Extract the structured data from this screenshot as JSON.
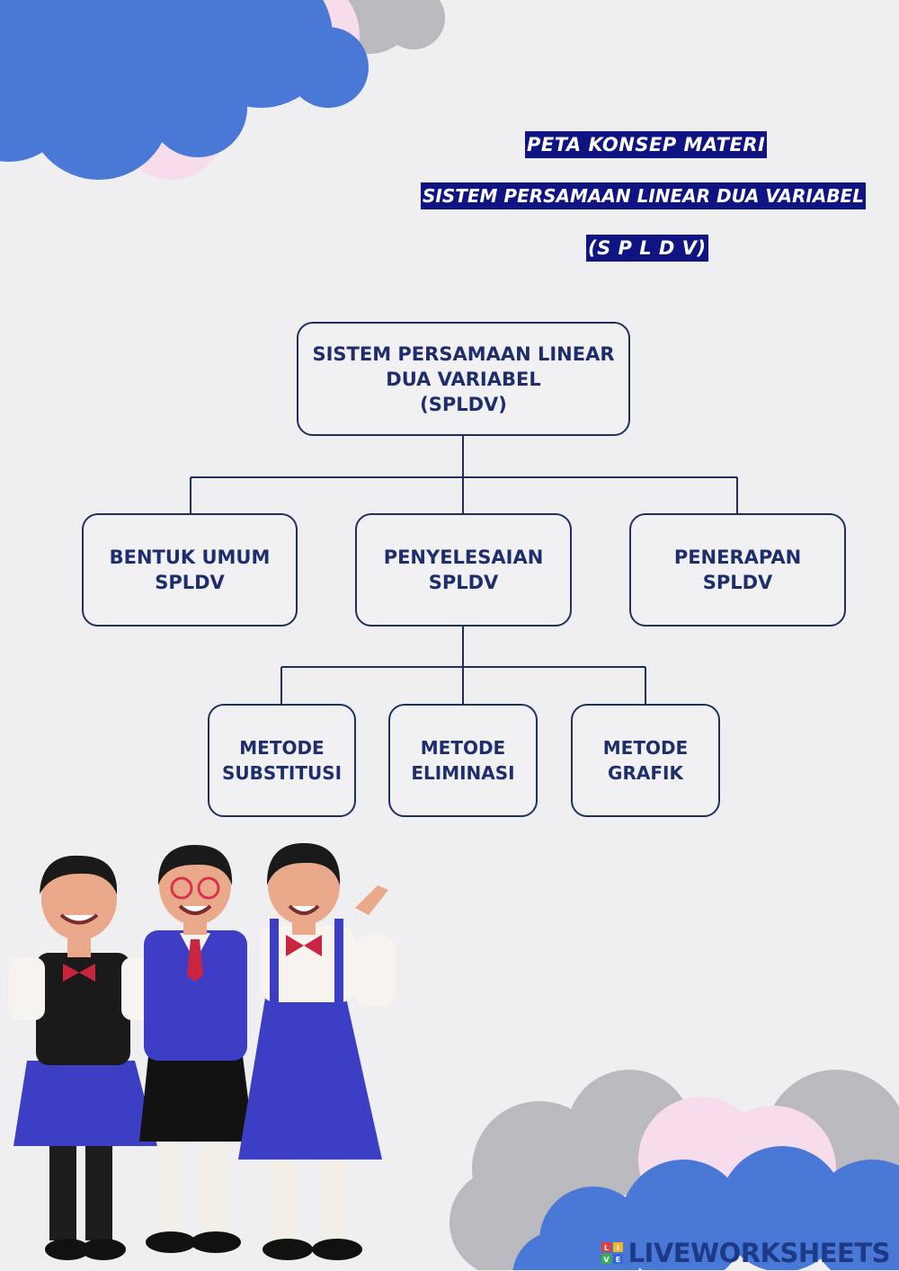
{
  "title": {
    "line1": "PETA KONSEP MATERI",
    "line2": "SISTEM PERSAMAAN LINEAR DUA VARIABEL",
    "line3": "(S P L D V)"
  },
  "concept_map": {
    "root": [
      "SISTEM PERSAMAAN LINEAR",
      "DUA VARIABEL",
      "(SPLDV)"
    ],
    "level1": [
      [
        "BENTUK UMUM",
        "SPLDV"
      ],
      [
        "PENYELESAIAN",
        "SPLDV"
      ],
      [
        "PENERAPAN",
        "SPLDV"
      ]
    ],
    "level2": [
      [
        "METODE",
        "SUBSTITUSI"
      ],
      [
        "METODE",
        "ELIMINASI"
      ],
      [
        "METODE",
        "GRAFIK"
      ]
    ]
  },
  "watermark": {
    "text": "LIVEWORKSHEETS",
    "logo_letters": [
      "L",
      "I",
      "V",
      "E"
    ]
  },
  "colors": {
    "title_bg": "#0f1482",
    "node_text": "#1f2d6c",
    "cloud_blue": "#4a78d6",
    "cloud_pink": "#f7dcec",
    "cloud_grey": "#b9b9be"
  }
}
